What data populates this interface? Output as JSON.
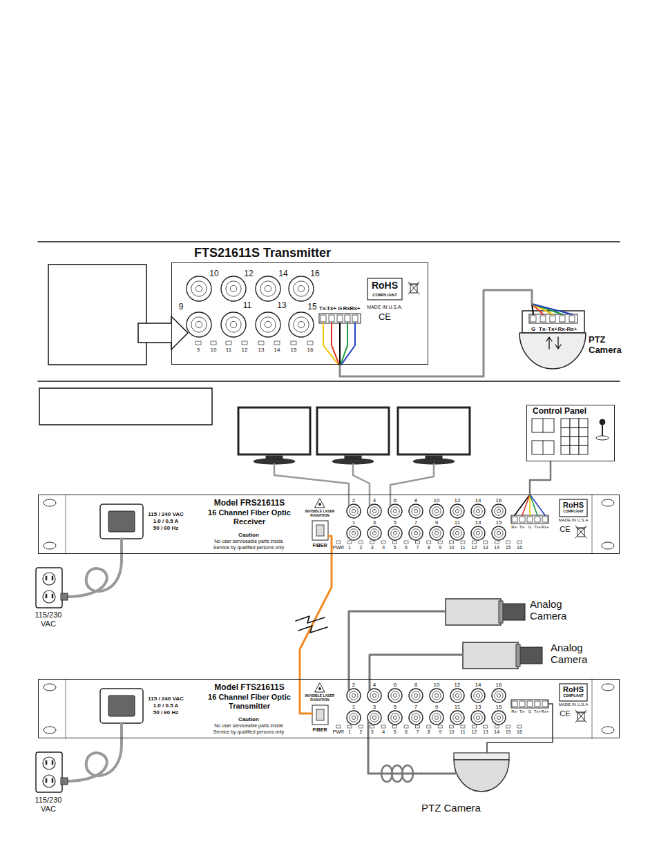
{
  "diagram": {
    "nodes": [
      {
        "text": [
          "FTS21611S Transmitter"
        ]
      },
      {
        "text": [
          "PTZ Camera"
        ]
      },
      {
        "text": [
          "Control Panel"
        ]
      },
      {
        "text": [
          "Model FRS21611S",
          "16 Channel Fiber Optic Receiver"
        ]
      },
      {
        "text": [
          "Model FTS21611S",
          "16 Channel Fiber Optic Transmitter"
        ]
      },
      {
        "text": [
          "Analog Camera"
        ]
      },
      {
        "text": [
          "Analog Camera"
        ]
      },
      {
        "text": [
          "PTZ Camera"
        ]
      }
    ],
    "edges": [
      {
        "from": 0,
        "to": 1,
        "arrow": "none"
      },
      {
        "from": 2,
        "to": 3,
        "arrow": "none"
      },
      {
        "from": 3,
        "to": 4,
        "arrow": "none"
      },
      {
        "from": 5,
        "to": 4,
        "arrow": "none"
      },
      {
        "from": 6,
        "to": 4,
        "arrow": "none"
      },
      {
        "from": 7,
        "to": 4,
        "arrow": "none"
      },
      {
        "from": 7,
        "to": 4,
        "arrow": "none"
      }
    ],
    "labels": [
      "10",
      "12",
      "14",
      "16",
      "9",
      "11",
      "13",
      "15",
      "Tx-",
      "Tx+",
      "G",
      "Rx-",
      "Rx+",
      "RoHS",
      "COMPLIANT",
      "MADE IN U.S.A.",
      "CE",
      "9",
      "10",
      "11",
      "12",
      "13",
      "14",
      "15",
      "16",
      "G",
      "Tx-",
      "Tx+",
      "Rx-",
      "Rx+",
      "115 / 240 VAC",
      "1.0 / 0.5 A",
      "50 / 60 Hz",
      "Caution",
      "No user serviceable parts inside",
      "Service by qualified persons only",
      "INVISIBLE LASER RADIATION",
      "FIBER",
      "2",
      "4",
      "6",
      "8",
      "10",
      "12",
      "14",
      "16",
      "1",
      "3",
      "5",
      "7",
      "9",
      "11",
      "13",
      "15",
      "PWR",
      "1",
      "2",
      "3",
      "4",
      "5",
      "6",
      "7",
      "8",
      "9",
      "10",
      "11",
      "12",
      "13",
      "14",
      "15",
      "16",
      "Rx-",
      "Tx-",
      "G",
      "Tx+",
      "Rx+",
      "RoHS",
      "COMPLIANT",
      "MADE IN U.S.A",
      "CE",
      "115/230 VAC",
      "115 / 240 VAC",
      "1.0 / 0.5 A",
      "50 / 60 Hz",
      "Caution",
      "No user serviceable parts inside",
      "Service by qualified persons only",
      "INVISIBLE LASER RADIATION",
      "FIBER",
      "2",
      "4",
      "6",
      "8",
      "10",
      "12",
      "14",
      "16",
      "1",
      "3",
      "5",
      "7",
      "9",
      "11",
      "13",
      "15",
      "PWR",
      "1",
      "2",
      "3",
      "4",
      "5",
      "6",
      "7",
      "8",
      "9",
      "10",
      "11",
      "12",
      "13",
      "14",
      "15",
      "16",
      "Rx-",
      "Tx-",
      "G",
      "Tx+",
      "Rx+",
      "RoHS",
      "COMPLIANT",
      "MADE IN U.S.A",
      "CE",
      "115/230 VAC"
    ]
  }
}
